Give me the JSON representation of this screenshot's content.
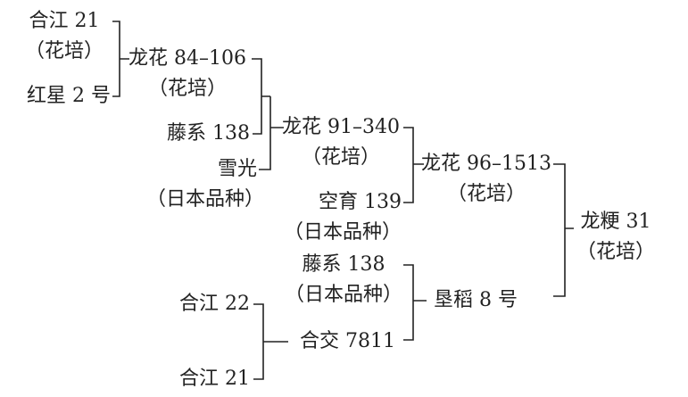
{
  "nodes": {
    "hejiang21_top": [
      "合江 21",
      "（花培）"
    ],
    "hongxing2": [
      "红星 2 号"
    ],
    "longhua84": [
      "龙花 84–106",
      "（花培）"
    ],
    "tengxi138_a": [
      "藤系 138"
    ],
    "xueguang": [
      "雪光",
      "（日本品种）"
    ],
    "longhua91": [
      "龙花 91–340",
      "（花培）"
    ],
    "kongyu139": [
      "空育 139",
      "（日本品种）"
    ],
    "longhua96": [
      "龙花 96–1513",
      "（花培）"
    ],
    "longgeng31": [
      "龙粳 31",
      "（花培）"
    ],
    "tengxi138_b": [
      "藤系 138",
      "（日本品种）"
    ],
    "kendao8": [
      "垦稻 8 号"
    ],
    "hejiang22": [
      "合江 22"
    ],
    "hejiao7811": [
      "合交 7811"
    ],
    "hejiang21_bottom": [
      "合江 21"
    ]
  },
  "colors": {
    "text": "#222222",
    "line": "#222222",
    "background": "#ffffff"
  }
}
